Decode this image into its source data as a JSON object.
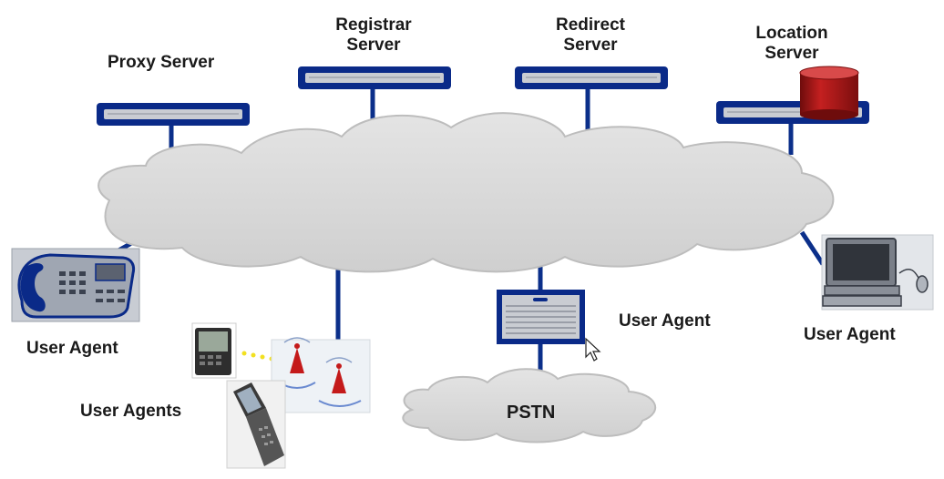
{
  "colors": {
    "link": "#0b2f8a",
    "server_bar": "#0a2a88",
    "server_slot": "#c9ccd2",
    "cloud": "#d9d9d9",
    "cloud_edge": "#bdbdbd",
    "database": "#a31616"
  },
  "labels": {
    "proxy_server": "Proxy Server",
    "registrar_server": [
      "Registrar",
      "Server"
    ],
    "redirect_server": [
      "Redirect",
      "Server"
    ],
    "location_server": [
      "Location",
      "Server"
    ],
    "user_agent_phone": "User Agent",
    "user_agents_mobile": "User Agents",
    "user_agent_gateway": "User Agent",
    "user_agent_computer": "User Agent",
    "pstn": "PSTN"
  },
  "icons": [
    "server-rack-icon",
    "database-cylinder-icon",
    "desk-phone-icon",
    "pda-icon",
    "flip-phone-icon",
    "cell-tower-icon",
    "gateway-server-icon",
    "desktop-computer-icon",
    "mouse-pointer-icon",
    "cloud-icon"
  ]
}
